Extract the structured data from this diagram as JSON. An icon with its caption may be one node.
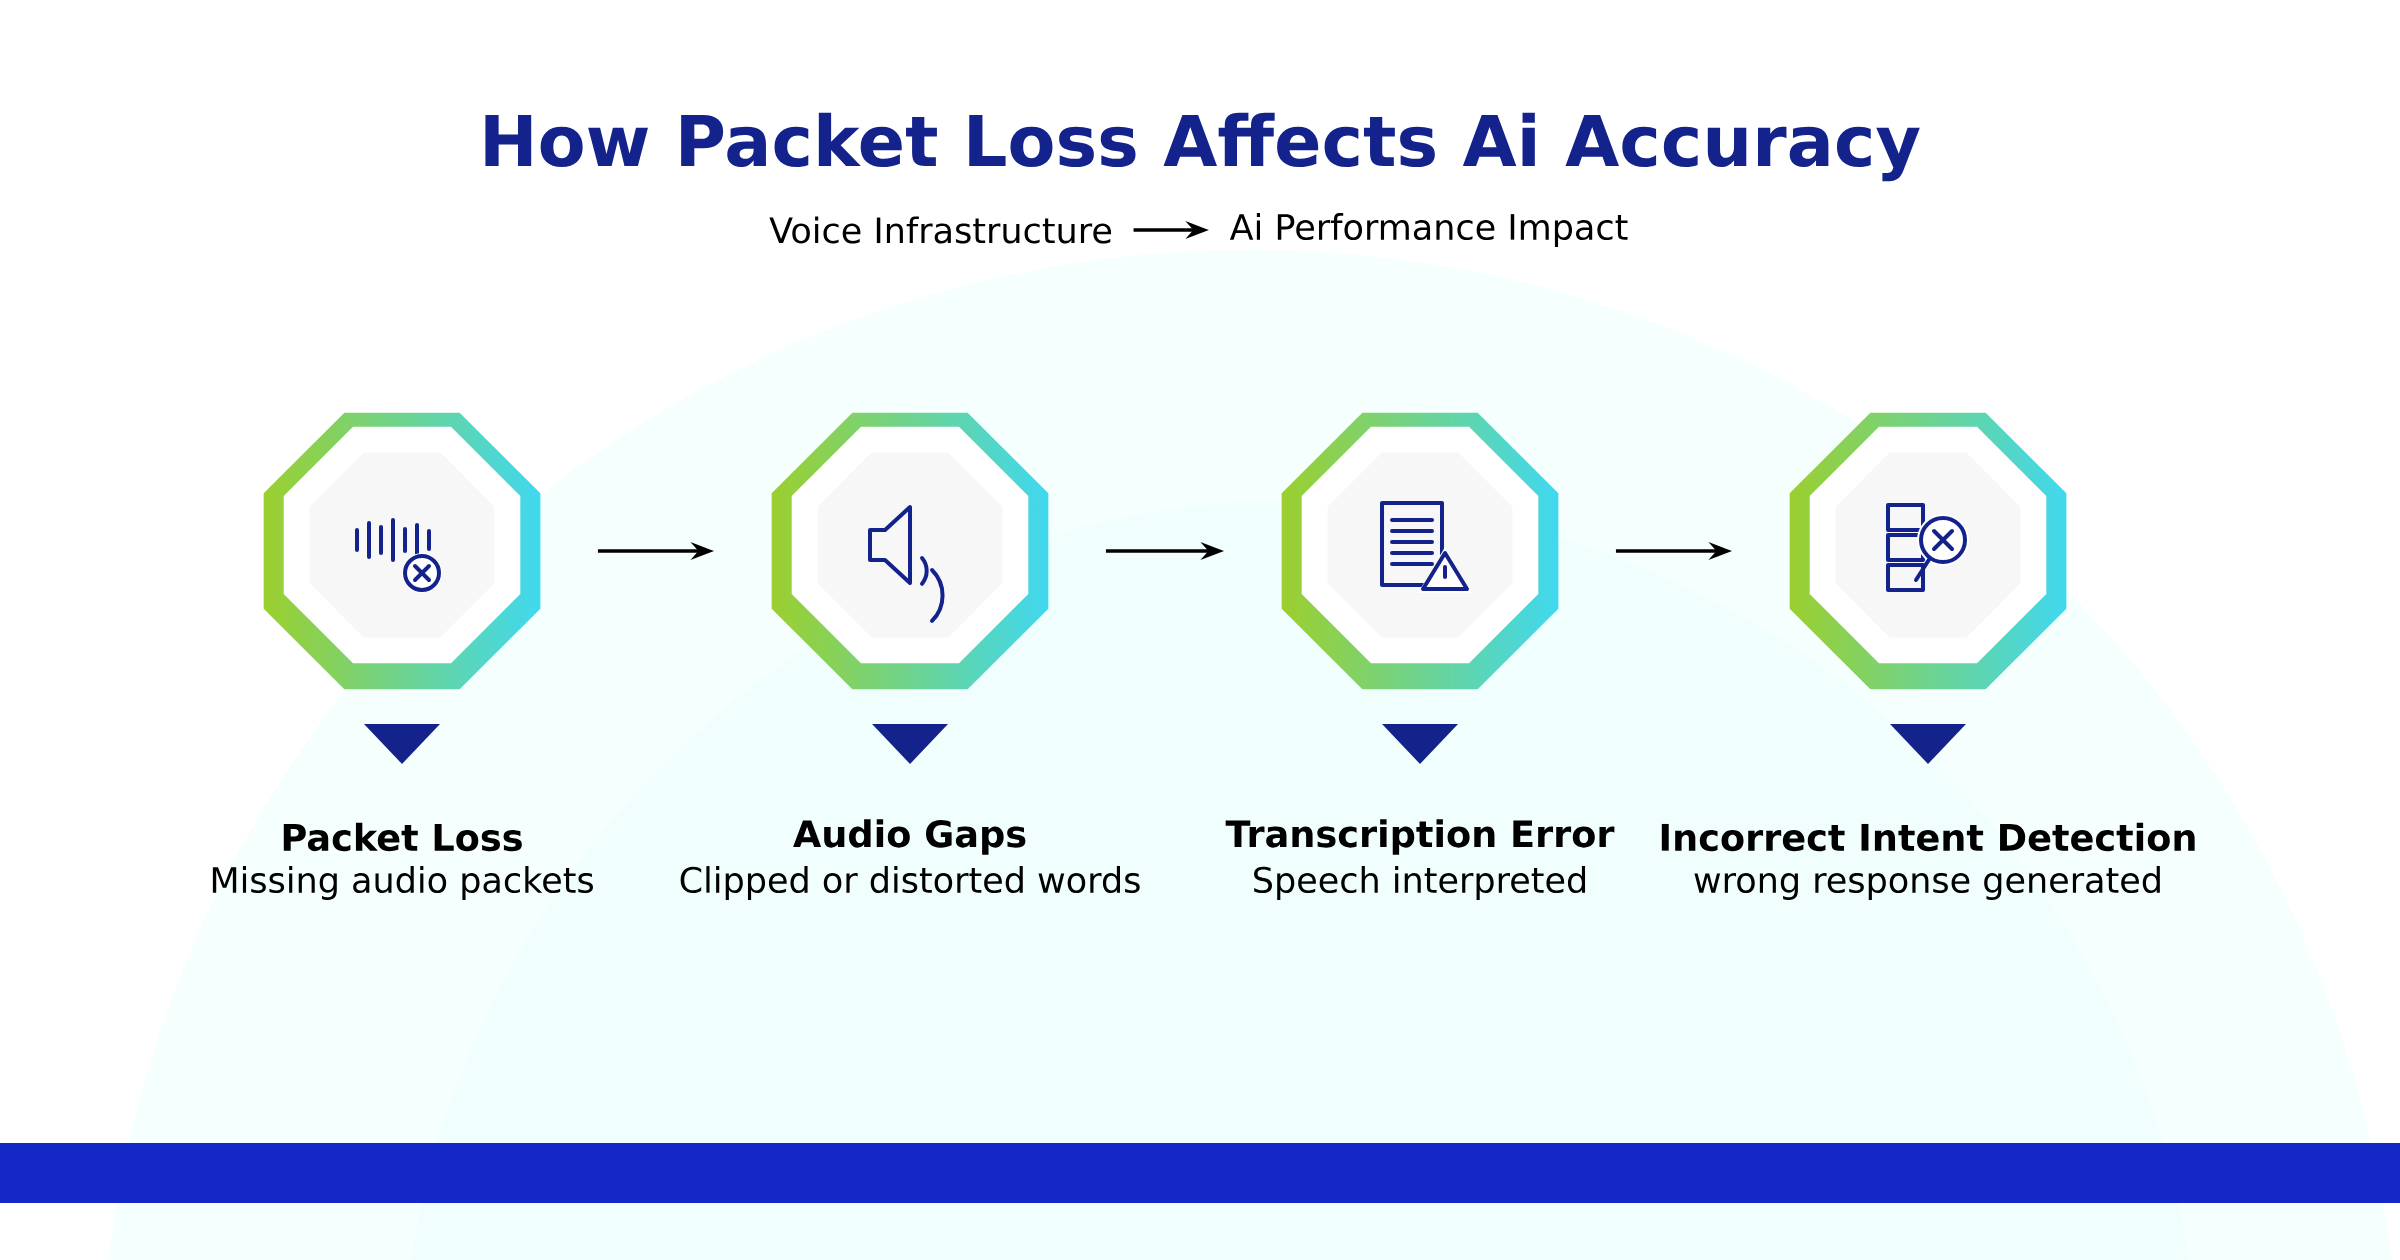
{
  "diagram": {
    "title": "How Packet Loss Affects Ai Accuracy",
    "nodes": [
      {
        "text": [
          "Voice Infrastructure"
        ]
      },
      {
        "text": [
          "Ai Performance Impact"
        ]
      },
      {
        "text": [
          "Packet Loss",
          "Missing audio packets"
        ]
      },
      {
        "text": [
          "Audio Gaps",
          "Clipped or distorted words"
        ]
      },
      {
        "text": [
          "Transcription Error",
          "Speech interpreted"
        ]
      },
      {
        "text": [
          "Incorrect Intent Detection",
          "wrong response generated"
        ]
      }
    ],
    "edges": [
      {
        "from": 0,
        "to": 1,
        "arrow": "to"
      },
      {
        "from": 2,
        "to": 3,
        "arrow": "to"
      },
      {
        "from": 3,
        "to": 4,
        "arrow": "to"
      },
      {
        "from": 4,
        "to": 5,
        "arrow": "to"
      }
    ]
  }
}
